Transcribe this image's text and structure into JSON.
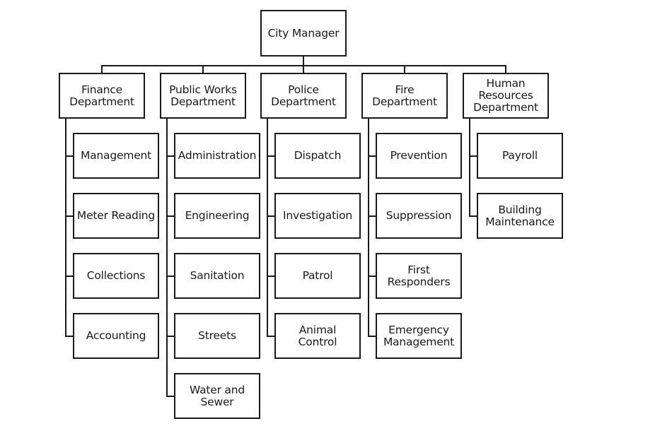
{
  "root": {
    "label": "City Manager"
  },
  "departments": [
    {
      "label": "Finance\nDepartment",
      "units": [
        "Management",
        "Meter Reading",
        "Collections",
        "Accounting"
      ]
    },
    {
      "label": "Public Works\nDepartment",
      "units": [
        "Administration",
        "Engineering",
        "Sanitation",
        "Streets",
        "Water and\nSewer"
      ]
    },
    {
      "label": "Police\nDepartment",
      "units": [
        "Dispatch",
        "Investigation",
        "Patrol",
        "Animal\nControl"
      ]
    },
    {
      "label": "Fire\nDepartment",
      "units": [
        "Prevention",
        "Suppression",
        "First\nResponders",
        "Emergency\nManagement"
      ]
    },
    {
      "label": "Human\nResources\nDepartment",
      "units": [
        "Payroll",
        "Building\nMaintenance"
      ]
    }
  ]
}
